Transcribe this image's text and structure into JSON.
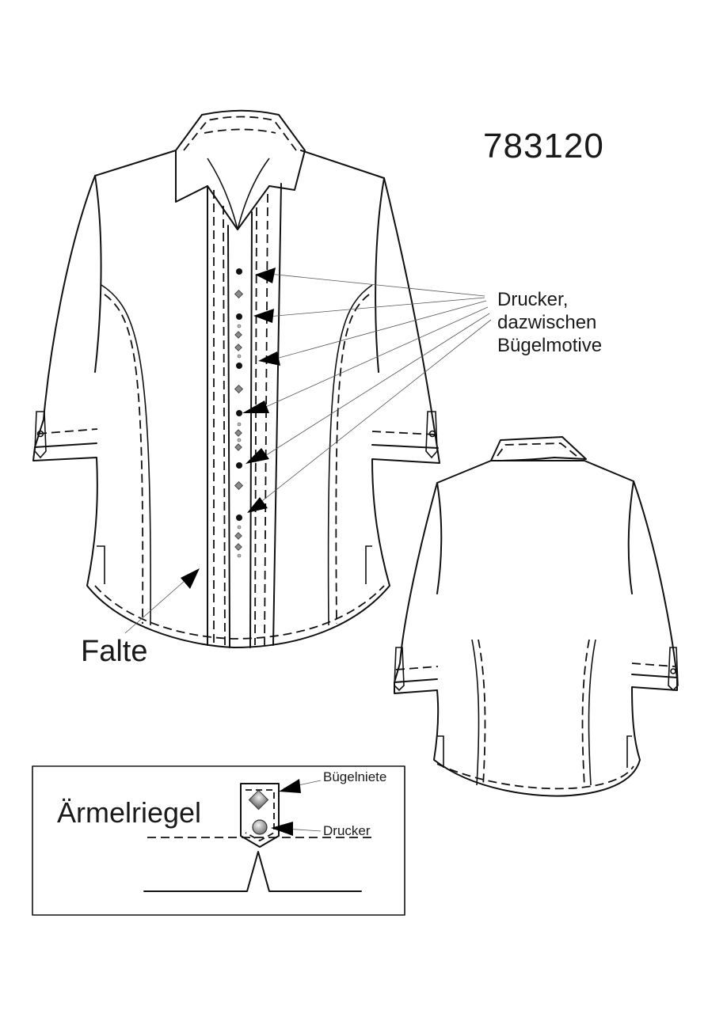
{
  "labels": {
    "style_number": "783120",
    "pleat": "Falte",
    "callout_lines": [
      "Drucker,",
      "dazwischen",
      "Bügelmotive"
    ],
    "inset_title": "Ärmelriegel",
    "inset_rivet": "Bügelniete",
    "inset_snap": "Drucker"
  },
  "colors": {
    "line": "#111111",
    "motif": "#8a8a8a",
    "background": "#ffffff"
  }
}
